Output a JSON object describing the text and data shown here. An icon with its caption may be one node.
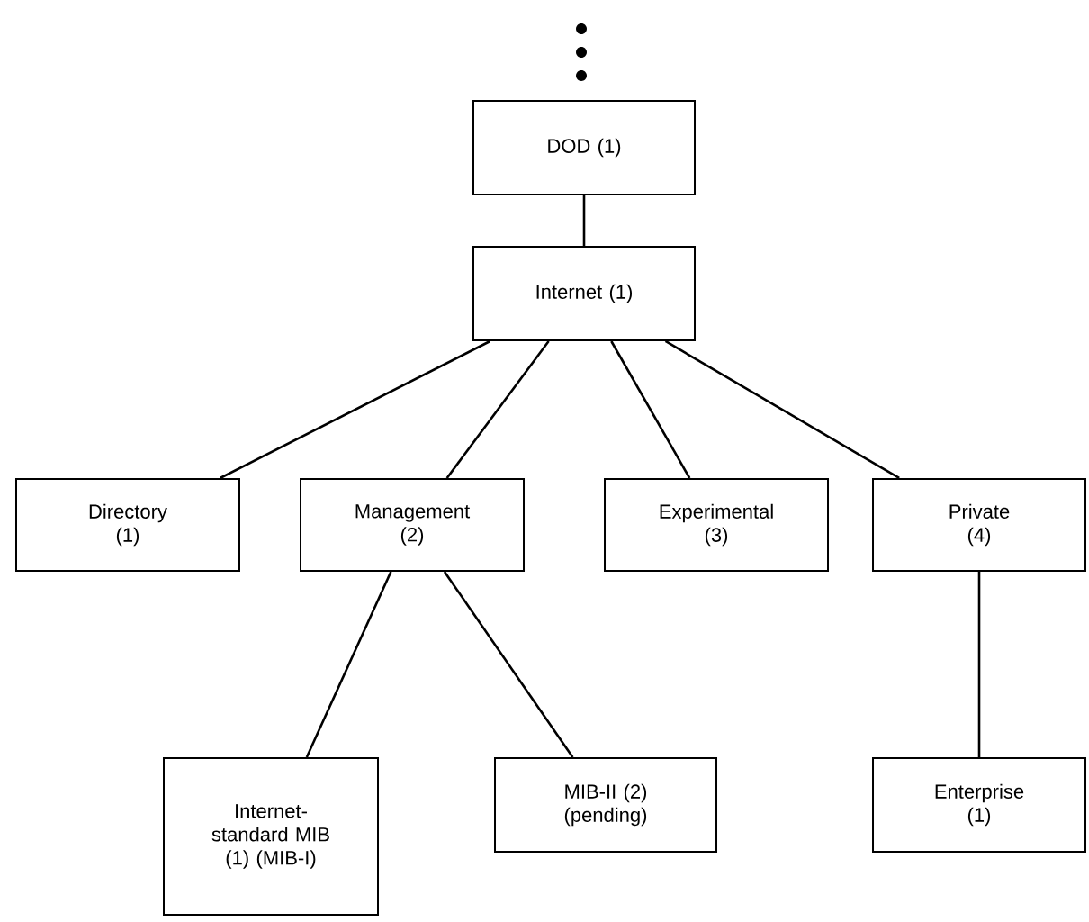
{
  "diagram": {
    "nodes": [
      {
        "text": [
          "DOD (1)"
        ]
      },
      {
        "text": [
          "Internet (1)"
        ]
      },
      {
        "text": [
          "Directory (1)"
        ]
      },
      {
        "text": [
          "Management (2)"
        ]
      },
      {
        "text": [
          "Experimental (3)"
        ]
      },
      {
        "text": [
          "Private (4)"
        ]
      },
      {
        "text": [
          "Internet- standard MIB (1) (MIB-I)"
        ]
      },
      {
        "text": [
          "MIB-II (2) (pending)"
        ]
      },
      {
        "text": [
          "Enterprise (1)"
        ]
      }
    ],
    "edges": [
      {
        "from": 0,
        "to": 1,
        "arrow": "none"
      },
      {
        "from": 1,
        "to": 2,
        "arrow": "none"
      },
      {
        "from": 1,
        "to": 3,
        "arrow": "none"
      },
      {
        "from": 1,
        "to": 4,
        "arrow": "none"
      },
      {
        "from": 1,
        "to": 5,
        "arrow": "none"
      },
      {
        "from": 3,
        "to": 6,
        "arrow": "none"
      },
      {
        "from": 3,
        "to": 7,
        "arrow": "none"
      },
      {
        "from": 5,
        "to": 8,
        "arrow": "none"
      }
    ]
  }
}
